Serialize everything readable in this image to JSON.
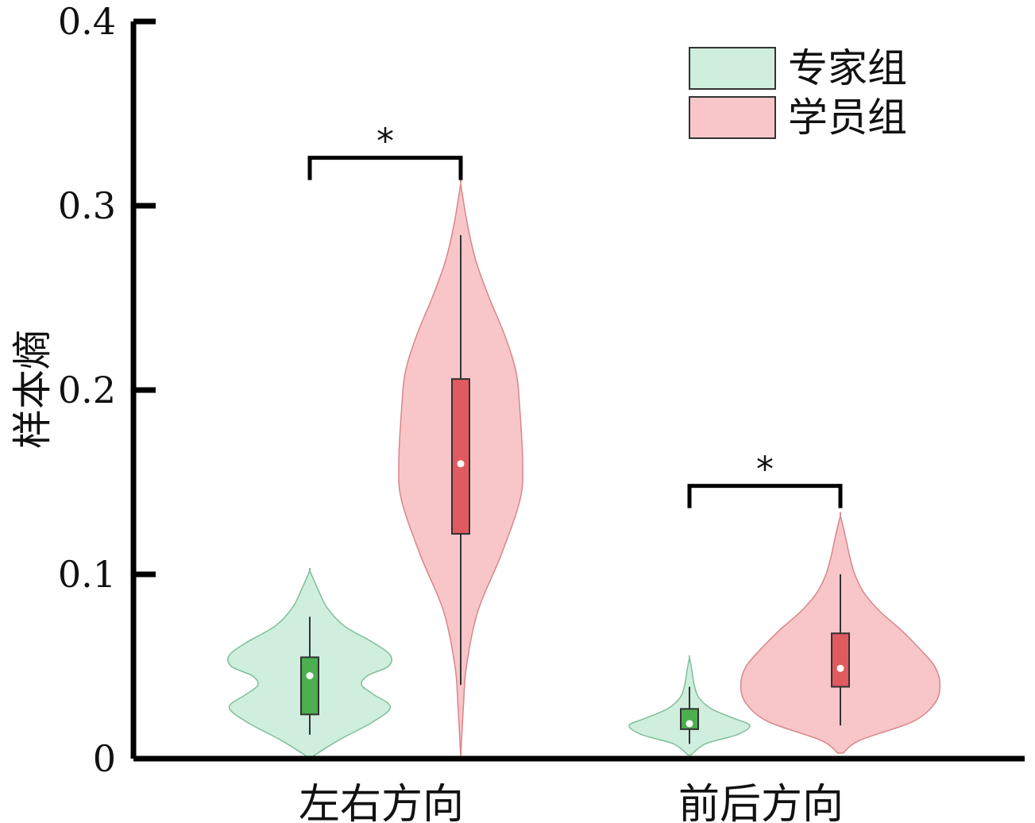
{
  "colors": {
    "expert_fill": "#cfeedd",
    "expert_stroke": "#7fbf9a",
    "expert_box": "#4caf50",
    "student_fill": "#f8c6c8",
    "student_stroke": "#d9868a",
    "student_box": "#e05a60"
  },
  "chart_data": {
    "type": "violin",
    "ylabel": "样本熵",
    "ylim": [
      0,
      0.4
    ],
    "yticks": [
      {
        "value": 0,
        "label": "0"
      },
      {
        "value": 0.1,
        "label": "0.1"
      },
      {
        "value": 0.2,
        "label": "0.2"
      },
      {
        "value": 0.3,
        "label": "0.3"
      },
      {
        "value": 0.4,
        "label": "0.4"
      }
    ],
    "categories": [
      "左右方向",
      "前后方向"
    ],
    "legend": {
      "position": "top-right",
      "entries": [
        {
          "label": "专家组",
          "group": "expert"
        },
        {
          "label": "学员组",
          "group": "student"
        }
      ]
    },
    "series": [
      {
        "name": "专家组",
        "group": "expert",
        "stats": [
          {
            "min": 0.013,
            "q1": 0.024,
            "median": 0.045,
            "q3": 0.055,
            "max": 0.077,
            "range": [
              0.001,
              0.102
            ],
            "density": [
              [
                0.001,
                0.02
              ],
              [
                0.01,
                0.25
              ],
              [
                0.02,
                0.55
              ],
              [
                0.028,
                0.7
              ],
              [
                0.035,
                0.55
              ],
              [
                0.04,
                0.45
              ],
              [
                0.045,
                0.5
              ],
              [
                0.05,
                0.68
              ],
              [
                0.056,
                0.7
              ],
              [
                0.063,
                0.55
              ],
              [
                0.072,
                0.3
              ],
              [
                0.082,
                0.15
              ],
              [
                0.092,
                0.07
              ],
              [
                0.102,
                0.0
              ]
            ]
          },
          {
            "min": 0.008,
            "q1": 0.016,
            "median": 0.019,
            "q3": 0.027,
            "max": 0.039,
            "range": [
              0.002,
              0.055
            ],
            "density": [
              [
                0.002,
                0.02
              ],
              [
                0.008,
                0.2
              ],
              [
                0.013,
                0.6
              ],
              [
                0.018,
                0.76
              ],
              [
                0.022,
                0.55
              ],
              [
                0.027,
                0.28
              ],
              [
                0.033,
                0.12
              ],
              [
                0.04,
                0.06
              ],
              [
                0.048,
                0.03
              ],
              [
                0.055,
                0.0
              ]
            ]
          }
        ]
      },
      {
        "name": "学员组",
        "group": "student",
        "stats": [
          {
            "min": 0.04,
            "q1": 0.122,
            "median": 0.16,
            "q3": 0.206,
            "max": 0.284,
            "range": [
              0.001,
              0.312
            ],
            "density": [
              [
                0.001,
                0.0
              ],
              [
                0.03,
                0.03
              ],
              [
                0.05,
                0.06
              ],
              [
                0.08,
                0.18
              ],
              [
                0.11,
                0.42
              ],
              [
                0.14,
                0.62
              ],
              [
                0.16,
                0.65
              ],
              [
                0.19,
                0.62
              ],
              [
                0.21,
                0.58
              ],
              [
                0.23,
                0.46
              ],
              [
                0.25,
                0.3
              ],
              [
                0.27,
                0.16
              ],
              [
                0.29,
                0.07
              ],
              [
                0.312,
                0.0
              ]
            ]
          },
          {
            "min": 0.018,
            "q1": 0.039,
            "median": 0.049,
            "q3": 0.068,
            "max": 0.1,
            "range": [
              0.003,
              0.132
            ],
            "density": [
              [
                0.003,
                0.02
              ],
              [
                0.01,
                0.15
              ],
              [
                0.02,
                0.55
              ],
              [
                0.03,
                0.72
              ],
              [
                0.04,
                0.76
              ],
              [
                0.05,
                0.72
              ],
              [
                0.06,
                0.6
              ],
              [
                0.07,
                0.46
              ],
              [
                0.08,
                0.3
              ],
              [
                0.09,
                0.18
              ],
              [
                0.1,
                0.11
              ],
              [
                0.11,
                0.07
              ],
              [
                0.12,
                0.04
              ],
              [
                0.132,
                0.0
              ]
            ]
          }
        ]
      }
    ],
    "significance": [
      {
        "category": "左右方向",
        "label": "*",
        "y": 0.326
      },
      {
        "category": "前后方向",
        "label": "*",
        "y": 0.148
      }
    ]
  }
}
